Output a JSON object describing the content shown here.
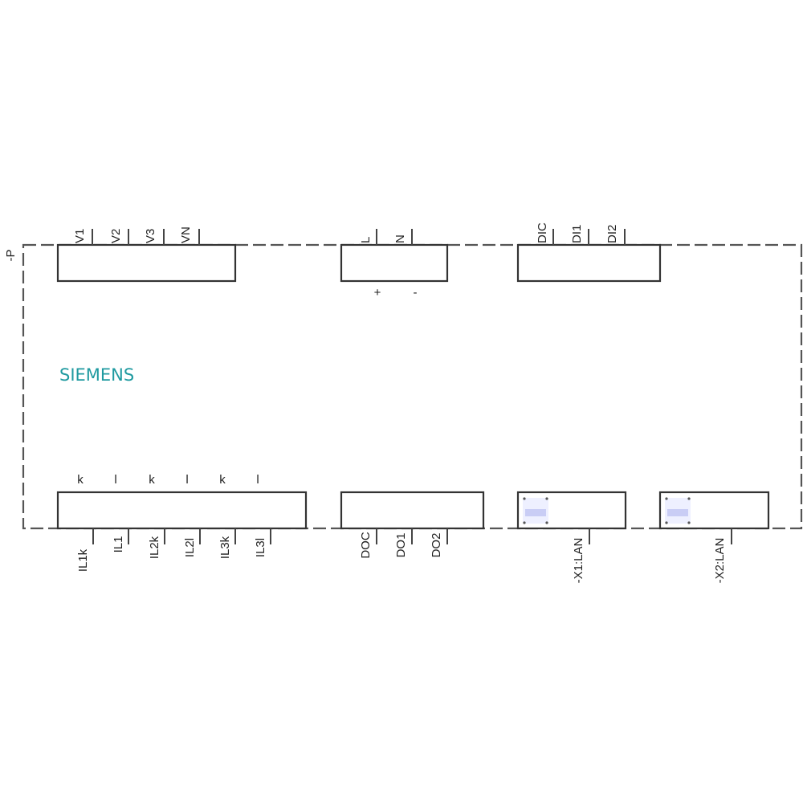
{
  "device": {
    "brand": "SIEMENS",
    "brand_color": "#1f9aa0",
    "tag_marker": "-P"
  },
  "top_terminals": {
    "voltage": [
      "V1",
      "V2",
      "V3",
      "VN"
    ],
    "power": [
      "L",
      "N"
    ],
    "power_polarity": [
      "+",
      "-"
    ],
    "digital_inputs": [
      "DIC",
      "DI1",
      "DI2"
    ]
  },
  "bottom_terminals": {
    "current_polarity": [
      "k",
      "l",
      "k",
      "l",
      "k",
      "l"
    ],
    "current": [
      "IL1k",
      "IL1",
      "IL2k",
      "IL2l",
      "IL3k",
      "IL3l"
    ],
    "digital_outputs": [
      "DOC",
      "DO1",
      "DO2"
    ],
    "lan": [
      "-X1:LAN",
      "-X2:LAN"
    ]
  }
}
